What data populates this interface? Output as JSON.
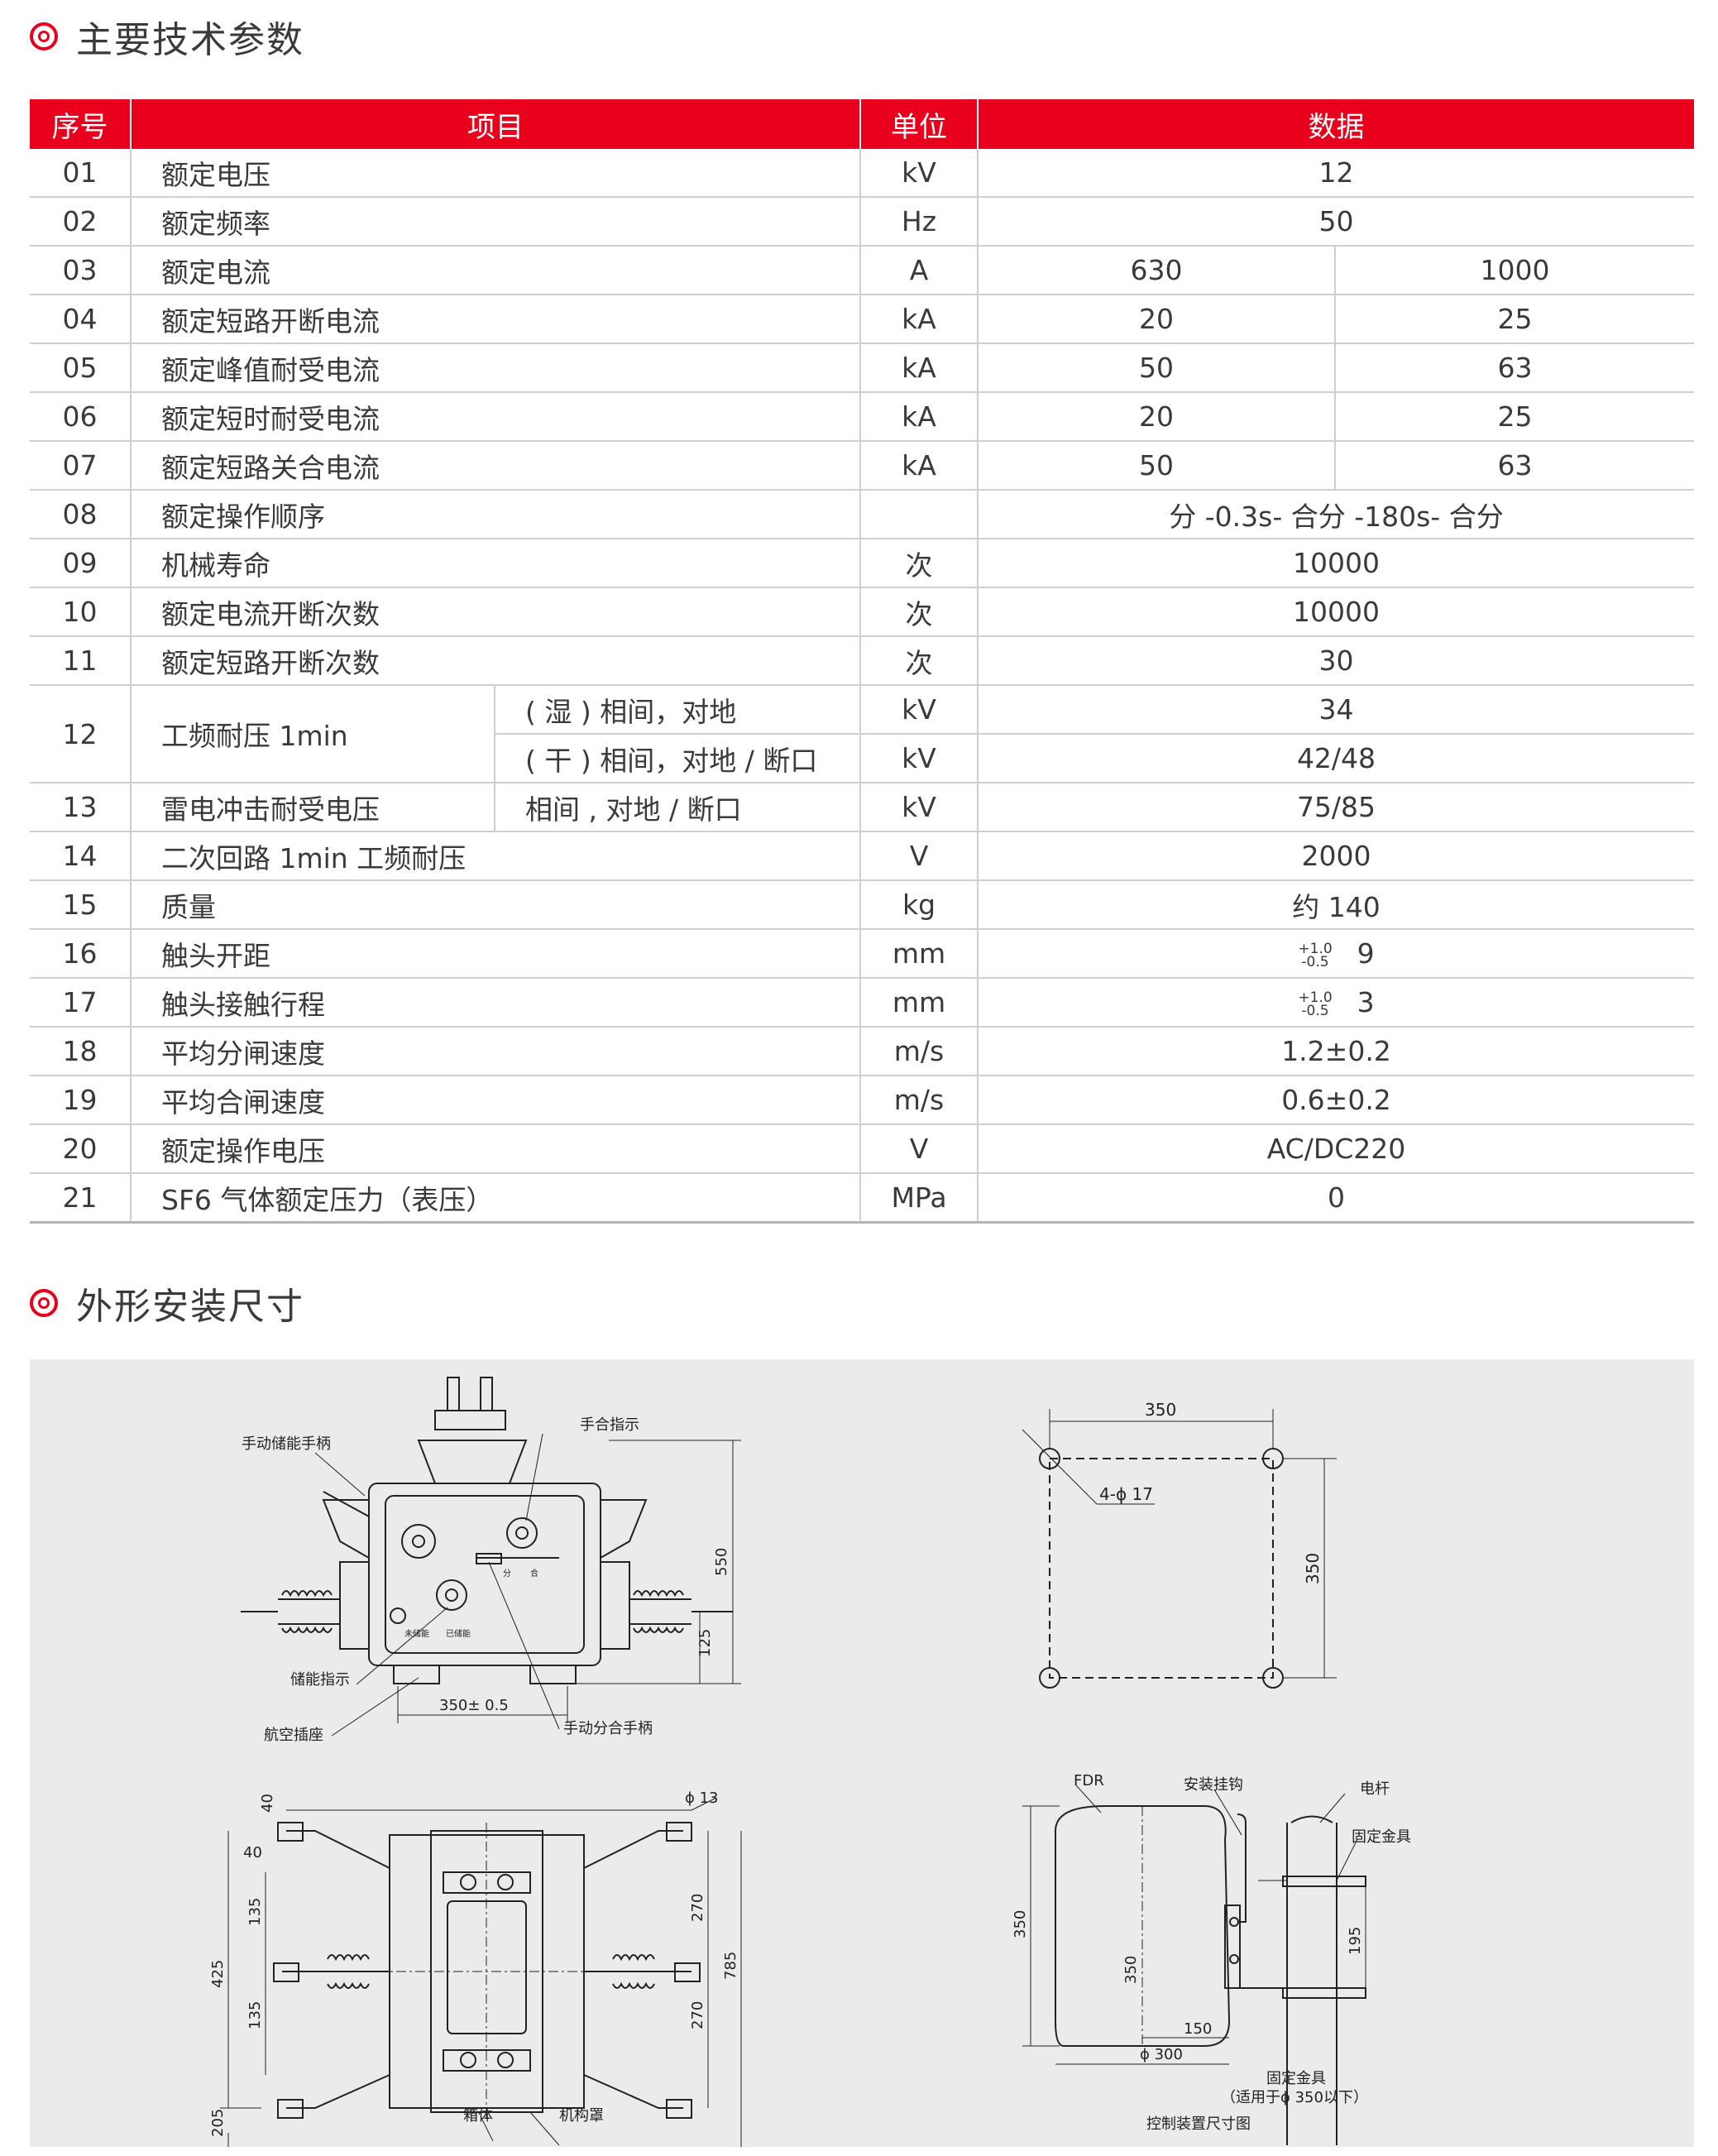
{
  "section1": {
    "title": "主要技术参数"
  },
  "table": {
    "headers": [
      "序号",
      "项目",
      "单位",
      "数据"
    ],
    "rows": [
      {
        "no": "01",
        "item": "额定电压",
        "unit": "kV",
        "value": "12"
      },
      {
        "no": "02",
        "item": "额定频率",
        "unit": "Hz",
        "value": "50"
      },
      {
        "no": "03",
        "item": "额定电流",
        "unit": "A",
        "v1": "630",
        "v2": "1000"
      },
      {
        "no": "04",
        "item": "额定短路开断电流",
        "unit": "kA",
        "v1": "20",
        "v2": "25"
      },
      {
        "no": "05",
        "item": "额定峰值耐受电流",
        "unit": "kA",
        "v1": "50",
        "v2": "63"
      },
      {
        "no": "06",
        "item": "额定短时耐受电流",
        "unit": "kA",
        "v1": "20",
        "v2": "25"
      },
      {
        "no": "07",
        "item": "额定短路关合电流",
        "unit": "kA",
        "v1": "50",
        "v2": "63"
      },
      {
        "no": "08",
        "item": "额定操作顺序",
        "unit": "",
        "value": "分 -0.3s- 合分 -180s- 合分"
      },
      {
        "no": "09",
        "item": "机械寿命",
        "unit": "次",
        "value": "10000"
      },
      {
        "no": "10",
        "item": "额定电流开断次数",
        "unit": "次",
        "value": "10000"
      },
      {
        "no": "11",
        "item": "额定短路开断次数",
        "unit": "次",
        "value": "30"
      },
      {
        "no": "12",
        "item": "工频耐压 1min",
        "sub1": "( 湿 ) 相间，对地",
        "unit1": "kV",
        "value1": "34",
        "sub2": "( 干 ) 相间，对地 / 断口",
        "unit2": "kV",
        "value2": "42/48"
      },
      {
        "no": "13",
        "item": "雷电冲击耐受电压",
        "sub": "相间 , 对地 / 断口",
        "unit": "kV",
        "value": "75/85"
      },
      {
        "no": "14",
        "item": "二次回路 1min 工频耐压",
        "unit": "V",
        "value": "2000"
      },
      {
        "no": "15",
        "item": "质量",
        "unit": "kg",
        "value": "约 140"
      },
      {
        "no": "16",
        "item": "触头开距",
        "unit": "mm",
        "tol_upper": "+1.0",
        "tol_lower": "-0.5",
        "value": "9"
      },
      {
        "no": "17",
        "item": "触头接触行程",
        "unit": "mm",
        "tol_upper": "+1.0",
        "tol_lower": "-0.5",
        "value": "3"
      },
      {
        "no": "18",
        "item": "平均分闸速度",
        "unit": "m/s",
        "value": "1.2±0.2"
      },
      {
        "no": "19",
        "item": "平均合闸速度",
        "unit": "m/s",
        "value": "0.6±0.2"
      },
      {
        "no": "20",
        "item": "额定操作电压",
        "unit": "V",
        "value": "AC/DC220"
      },
      {
        "no": "21",
        "item": "SF6 气体额定压力（表压）",
        "unit": "MPa",
        "value": "0"
      }
    ]
  },
  "section2": {
    "title": "外形安装尺寸"
  },
  "drawing": {
    "front_view": {
      "labels": {
        "handle_store": "手动储能手柄",
        "close_indicator": "手合指示",
        "store_indicator": "储能指示",
        "aviation_socket": "航空插座",
        "manual_handle": "手动分合手柄",
        "not_stored": "未储能",
        "stored": "已储能",
        "open_small": "分",
        "close_small": "合"
      },
      "dims": {
        "height": "550",
        "lower": "125",
        "base": "350± 0.5"
      }
    },
    "top_view": {
      "labels": {
        "box": "箱体",
        "mech_cover": "机构罩"
      },
      "dims": {
        "d40a": "40",
        "d40b": "40",
        "d135a": "135",
        "d135b": "135",
        "d425": "425",
        "d205": "205",
        "d270a": "270",
        "d270b": "270",
        "d785": "785",
        "phi13": "ϕ 13"
      }
    },
    "mount_plan": {
      "dims": {
        "width": "350",
        "height": "350",
        "holes": "4-ϕ 17"
      }
    },
    "control_view": {
      "labels": {
        "fdr": "FDR",
        "hook": "安装挂钩",
        "pole": "电杆",
        "fixture": "固定金具",
        "fixture2": "固定金具",
        "fixture_note": "（适用于ϕ 350以下）",
        "caption": "控制装置尺寸图"
      },
      "dims": {
        "h350a": "350",
        "h350b": "350",
        "d195": "195",
        "d150": "150",
        "phi300": "ϕ 300"
      }
    }
  }
}
